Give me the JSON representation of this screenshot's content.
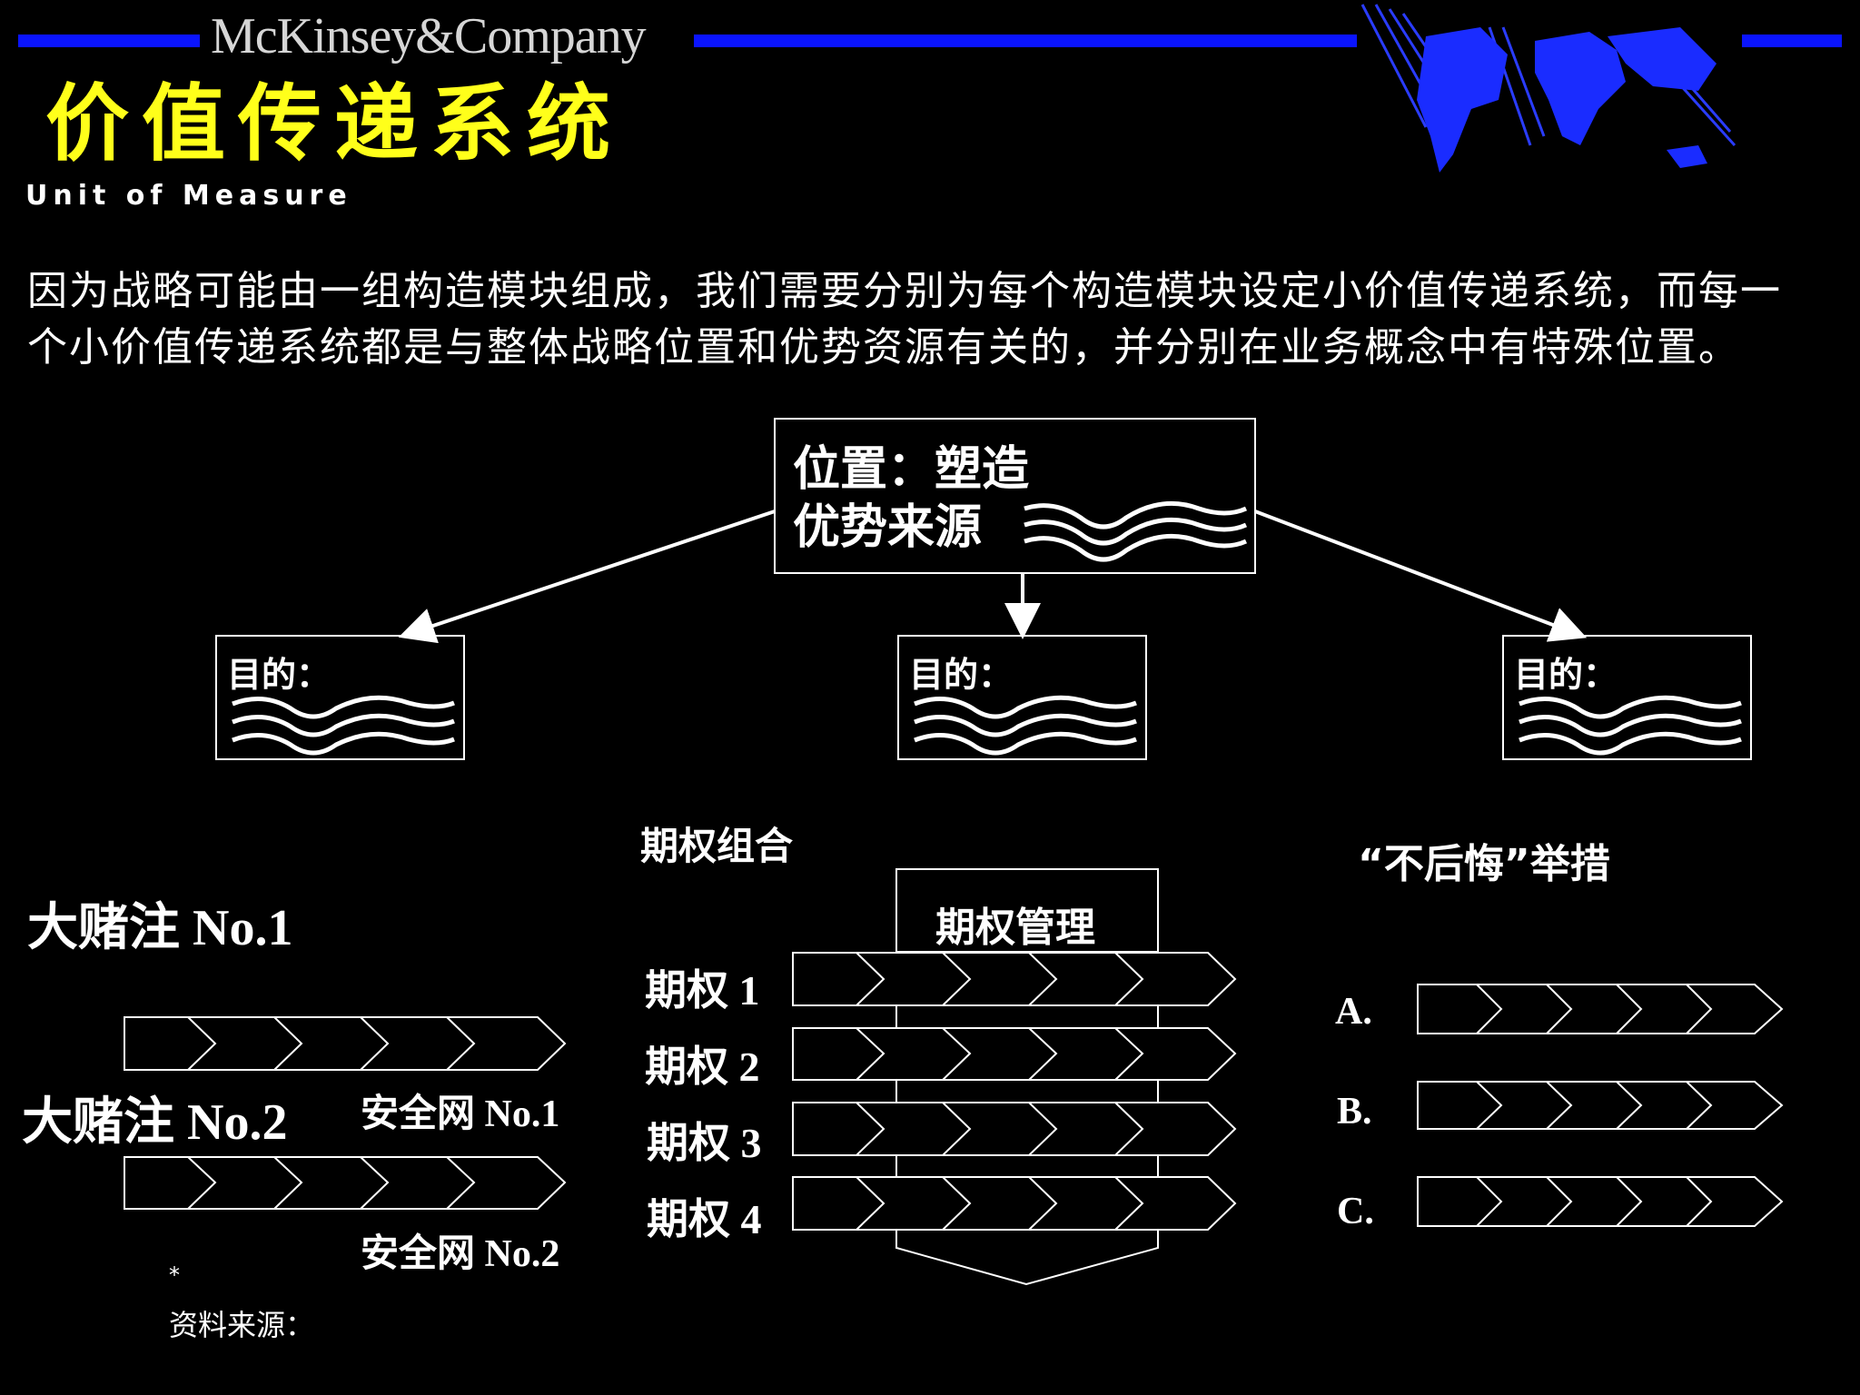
{
  "brand": "McKinsey&Company",
  "title": "价值传递系统",
  "subtitle": "Unit of Measure",
  "intro": "因为战略可能由一组构造模块组成，我们需要分别为每个构造模块设定小价值传递系统，而每一个小价值传递系统都是与整体战略位置和优势资源有关的，并分别在业务概念中有特殊位置。",
  "top_box": {
    "line1": "位置：塑造",
    "line2": "优势来源"
  },
  "purposes": [
    "目的：",
    "目的：",
    "目的："
  ],
  "left_group": {
    "bet1": "大赌注 No.1",
    "bet2": "大赌注 No.2",
    "net1": "安全网 No.1",
    "net2": "安全网 No.2"
  },
  "middle_group": {
    "heading": "期权组合",
    "manager": "期权管理",
    "options": [
      "期权 1",
      "期权 2",
      "期权 3",
      "期权 4"
    ]
  },
  "right_group": {
    "heading": "“不后悔”举措",
    "items": [
      "A.",
      "B.",
      "C."
    ]
  },
  "footnote_marker": "*",
  "footnote": "资料来源："
}
